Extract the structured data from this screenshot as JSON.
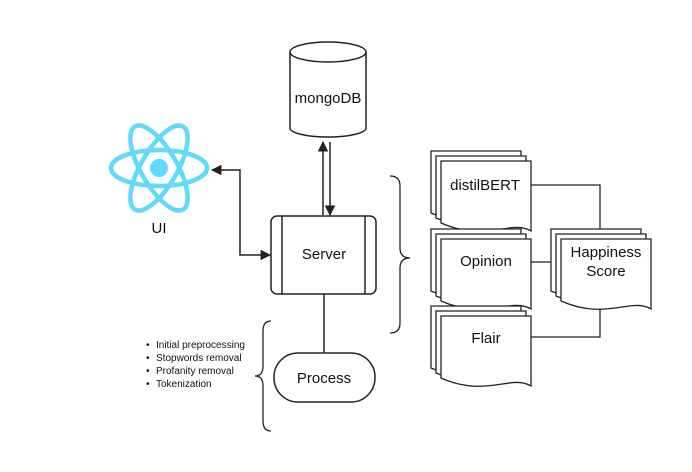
{
  "nodes": {
    "ui": "UI",
    "database": "mongoDB",
    "server": "Server",
    "process": "Process",
    "distilbert": "distilBERT",
    "opinion": "Opinion",
    "flair": "Flair",
    "happiness_line1": "Happiness",
    "happiness_line2": "Score"
  },
  "process_steps": [
    "Initial preprocessing",
    "Stopwords removal",
    "Profanity removal",
    "Tokenization"
  ],
  "colors": {
    "react_logo": "#61dafb",
    "stroke": "#222222",
    "fill": "#ffffff"
  },
  "icons": {
    "ui": "react-logo-icon"
  }
}
